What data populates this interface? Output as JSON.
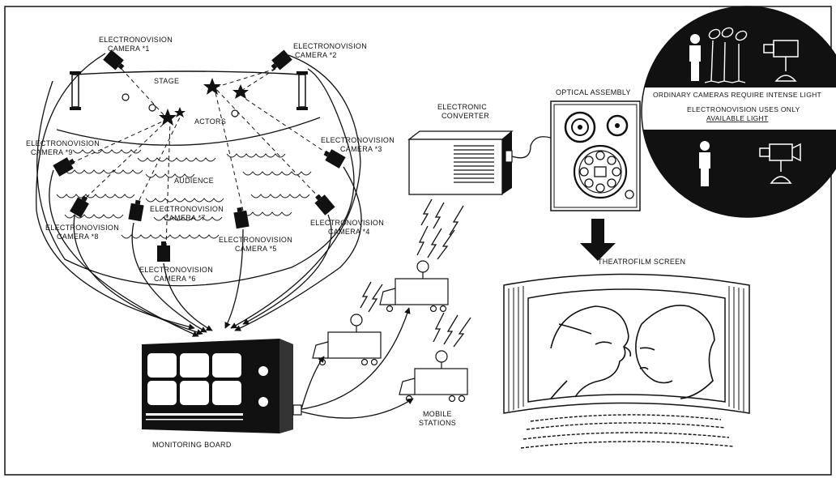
{
  "cameras": [
    {
      "line1": "ELECTRONOVISION",
      "line2": "CAMERA *1"
    },
    {
      "line1": "ELECTRONOVISION",
      "line2": "CAMERA *2"
    },
    {
      "line1": "ELECTRONOVISION",
      "line2": "CAMERA *3"
    },
    {
      "line1": "ELECTRONOVISION",
      "line2": "CAMERA *4"
    },
    {
      "line1": "ELECTRONOVISION",
      "line2": "CAMERA *5"
    },
    {
      "line1": "ELECTRONOVISION",
      "line2": "CAMERA *6"
    },
    {
      "line1": "ELECTRONOVISION",
      "line2": "CAMERA *7"
    },
    {
      "line1": "ELECTRONOVISION",
      "line2": "CAMERA *8"
    },
    {
      "line1": "ELECTRONOVISION",
      "line2": "CAMERA *9"
    }
  ],
  "theater": {
    "stage": "STAGE",
    "actors": "ACTORS",
    "audience": "AUDIENCE"
  },
  "monitoring": {
    "label": "MONITORING BOARD"
  },
  "converter": {
    "line1": "ELECTRONIC",
    "line2": "CONVERTER"
  },
  "optical": {
    "label": "OPTICAL ASSEMBLY"
  },
  "mobile": {
    "line1": "MOBILE",
    "line2": "STATIONS"
  },
  "screen": {
    "label": "THEATROFILM SCREEN"
  },
  "lighting": {
    "top_caption": "ORDINARY CAMERAS REQUIRE INTENSE LIGHT",
    "bottom_line1": "ELECTRONOVISION USES ONLY",
    "bottom_line2": "AVAILABLE LIGHT"
  }
}
